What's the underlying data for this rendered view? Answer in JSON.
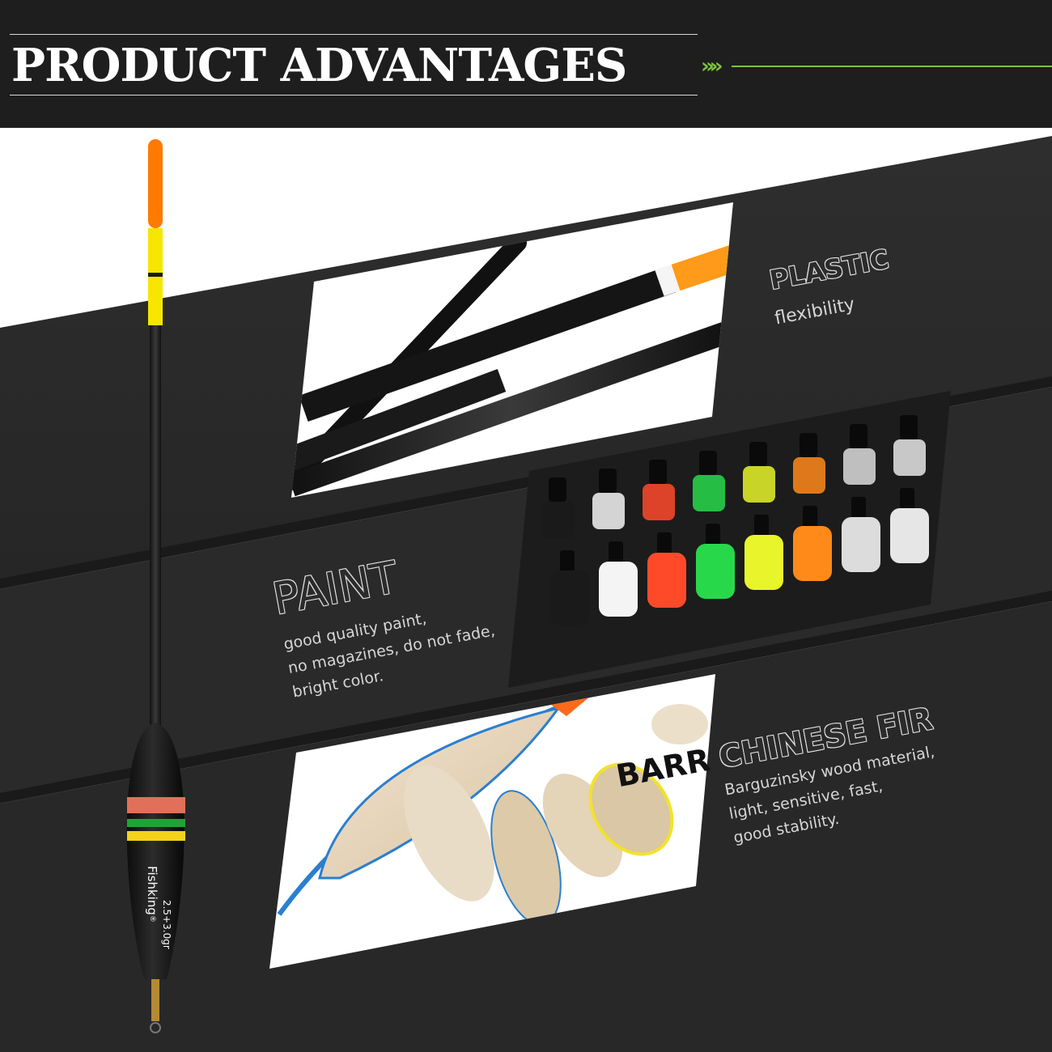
{
  "header": {
    "title": "PRODUCT ADVANTAGES",
    "arrows": "»»",
    "accent_color": "#7dc241"
  },
  "features": [
    {
      "heading": "PLASTIC",
      "lines": [
        "flexibility"
      ],
      "image": "black plastic float stems with orange tips"
    },
    {
      "heading": "PAINT",
      "lines": [
        "good quality paint,",
        "no magazines, do not fade,",
        "bright color."
      ],
      "image": "rows of colored paint bottles"
    },
    {
      "heading_dark": "BARR",
      "heading_outline": "CHINESE FIR",
      "lines": [
        "Barguzinsky wood material,",
        "light, sensitive, fast,",
        "good stability."
      ],
      "image": "float wood cross-section shavings"
    }
  ],
  "float": {
    "brand": "Fishking",
    "registered": "®",
    "weight": "2.5+3.0gr",
    "colors": {
      "tip_orange": "#ff7a00",
      "tip_yellow": "#f6e600",
      "band_red": "#e0705a",
      "band_green": "#1ea33b",
      "band_yellow": "#f2d21a"
    }
  },
  "paint_colors": [
    "#1a1a1a",
    "#f4f4f4",
    "#ff4a2a",
    "#27d94a",
    "#e8f52a",
    "#ff8a1a",
    "#dcdcdc",
    "#e6e6e6"
  ]
}
